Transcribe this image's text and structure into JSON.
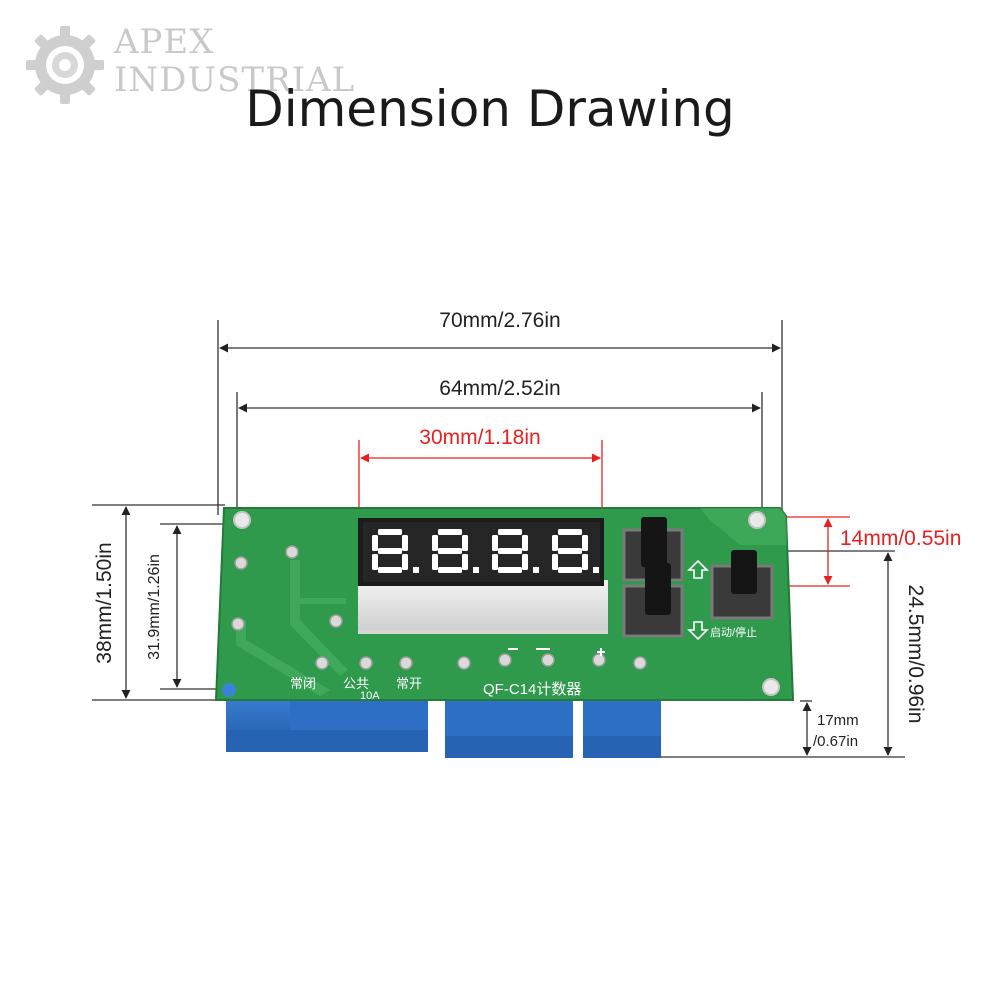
{
  "logo": {
    "line1": "APEX",
    "line2": "INDUSTRIAL"
  },
  "title": "Dimension Drawing",
  "dimensions": {
    "overall_width": "70mm/2.76in",
    "hole_spacing_width": "64mm/2.52in",
    "display_width": "30mm/1.18in",
    "button_height": "14mm/0.55in",
    "overall_height": "38mm/1.50in",
    "hole_spacing_height": "31.9mm/1.26in",
    "board_right_height": "24.5mm/0.96in",
    "terminal_height_mm": "17mm",
    "terminal_height_in": "/0.67in"
  },
  "board": {
    "display_digits": "8.8.8.8.",
    "labels": {
      "nc": "常闭",
      "com": "公共",
      "no": "常开",
      "amp": "10A",
      "model": "QF-C14计数器",
      "start_stop": "启动/停止"
    }
  },
  "colors": {
    "pcb": "#2f9a4c",
    "pcb_light": "#4bb564",
    "terminal": "#2d6fc4",
    "accent_red": "#e8201f"
  }
}
